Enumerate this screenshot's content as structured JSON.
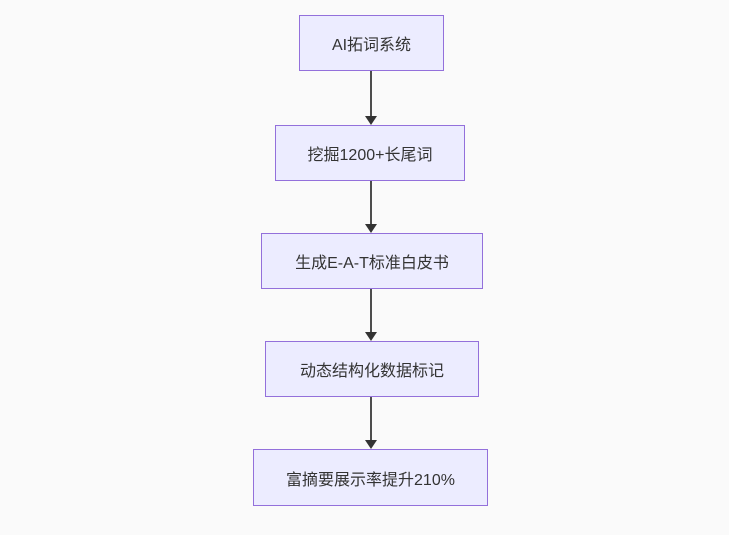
{
  "diagram": {
    "type": "flowchart",
    "direction": "top-down",
    "nodes": [
      {
        "id": "A",
        "label": "AI拓词系统"
      },
      {
        "id": "B",
        "label": "挖掘1200+长尾词"
      },
      {
        "id": "C",
        "label": "生成E-A-T标准白皮书"
      },
      {
        "id": "D",
        "label": "动态结构化数据标记"
      },
      {
        "id": "E",
        "label": "富摘要展示率提升210%"
      }
    ],
    "edges": [
      {
        "from": "A",
        "to": "B",
        "style": "arrow-down"
      },
      {
        "from": "B",
        "to": "C",
        "style": "arrow-down"
      },
      {
        "from": "C",
        "to": "D",
        "style": "arrow-down"
      },
      {
        "from": "D",
        "to": "E",
        "style": "arrow-down"
      }
    ],
    "colors": {
      "node_fill": "#ECECFF",
      "node_border": "#9370DB",
      "node_text": "#333333",
      "arrow": "#333333",
      "background": "#fafafa"
    }
  }
}
